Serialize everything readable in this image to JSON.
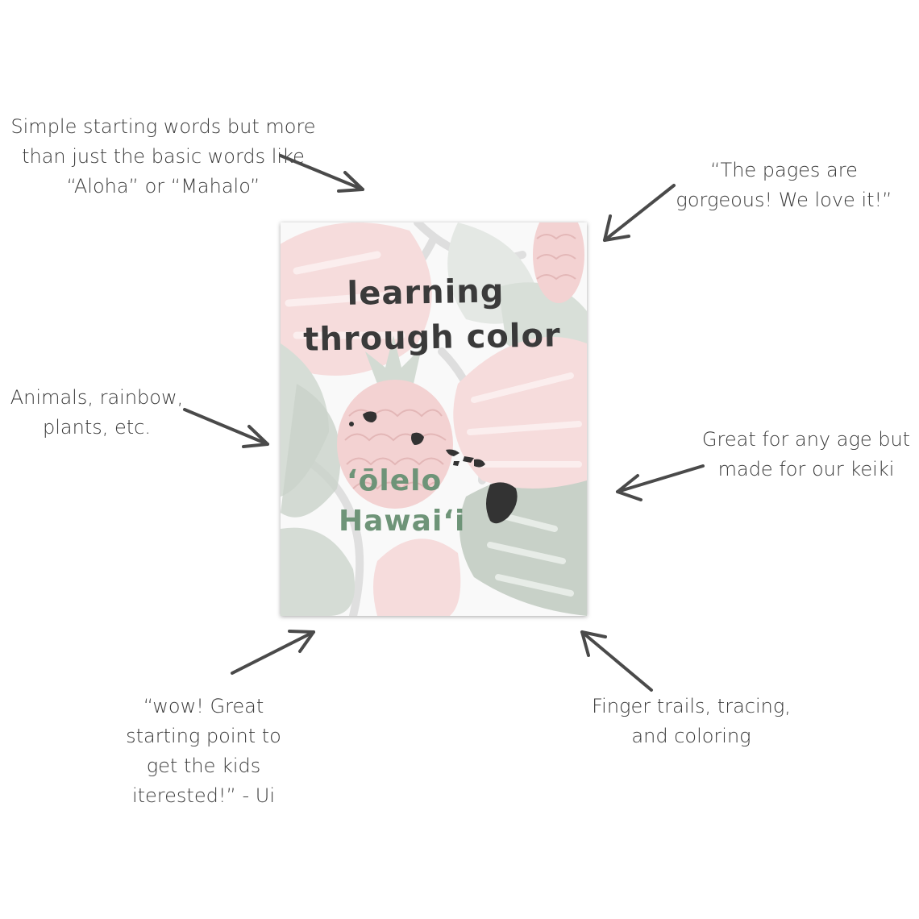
{
  "notes": {
    "top_left": "Simple starting words but more\nthan just the basic words like\n“Aloha” or “Mahalo”",
    "top_right": "“The pages are\ngorgeous! We love it!”",
    "mid_left": "Animals, rainbow,\nplants, etc.",
    "mid_right": "Great for any age but\nmade for our keiki",
    "bottom_left": "“wow! Great\nstarting point to\nget the kids\niterested!” - Ui",
    "bottom_right": "Finger trails, tracing,\nand coloring"
  },
  "cover": {
    "title_line1": "learning",
    "title_line2": "through color",
    "subtitle_line1": "ʻōlelo",
    "subtitle_line2": "Hawaiʻi"
  },
  "colors": {
    "text": "#3a3a3a",
    "arrow": "#4a4a4a",
    "leaf_pink": "#f6dcdc",
    "leaf_green": "#d3dbd3",
    "accent_green": "#6e9478",
    "island_dark": "#333333"
  }
}
